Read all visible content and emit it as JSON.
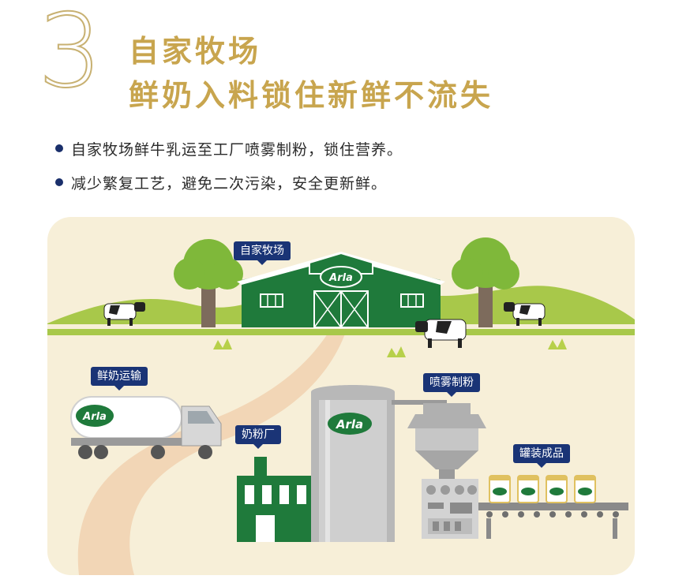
{
  "heading": {
    "number": "3",
    "line1": "自家牧场",
    "line2": "鲜奶入料锁住新鲜不流失"
  },
  "bullets": [
    "自家牧场鲜牛乳运至工厂喷雾制粉，锁住营养。",
    "减少繁复工艺，避免二次污染，安全更新鲜。"
  ],
  "illustration": {
    "labels": {
      "farm": "自家牧场",
      "transport": "鲜奶运输",
      "factory": "奶粉厂",
      "spray": "喷雾制粉",
      "canning": "罐装成品"
    },
    "brand": "Arla"
  },
  "colors": {
    "accent_gold": "#c8a54e",
    "label_navy": "#1a3476",
    "barn_green": "#1f7a3b",
    "grass_green": "#a8c84a",
    "background_beige": "#f7efd8"
  }
}
